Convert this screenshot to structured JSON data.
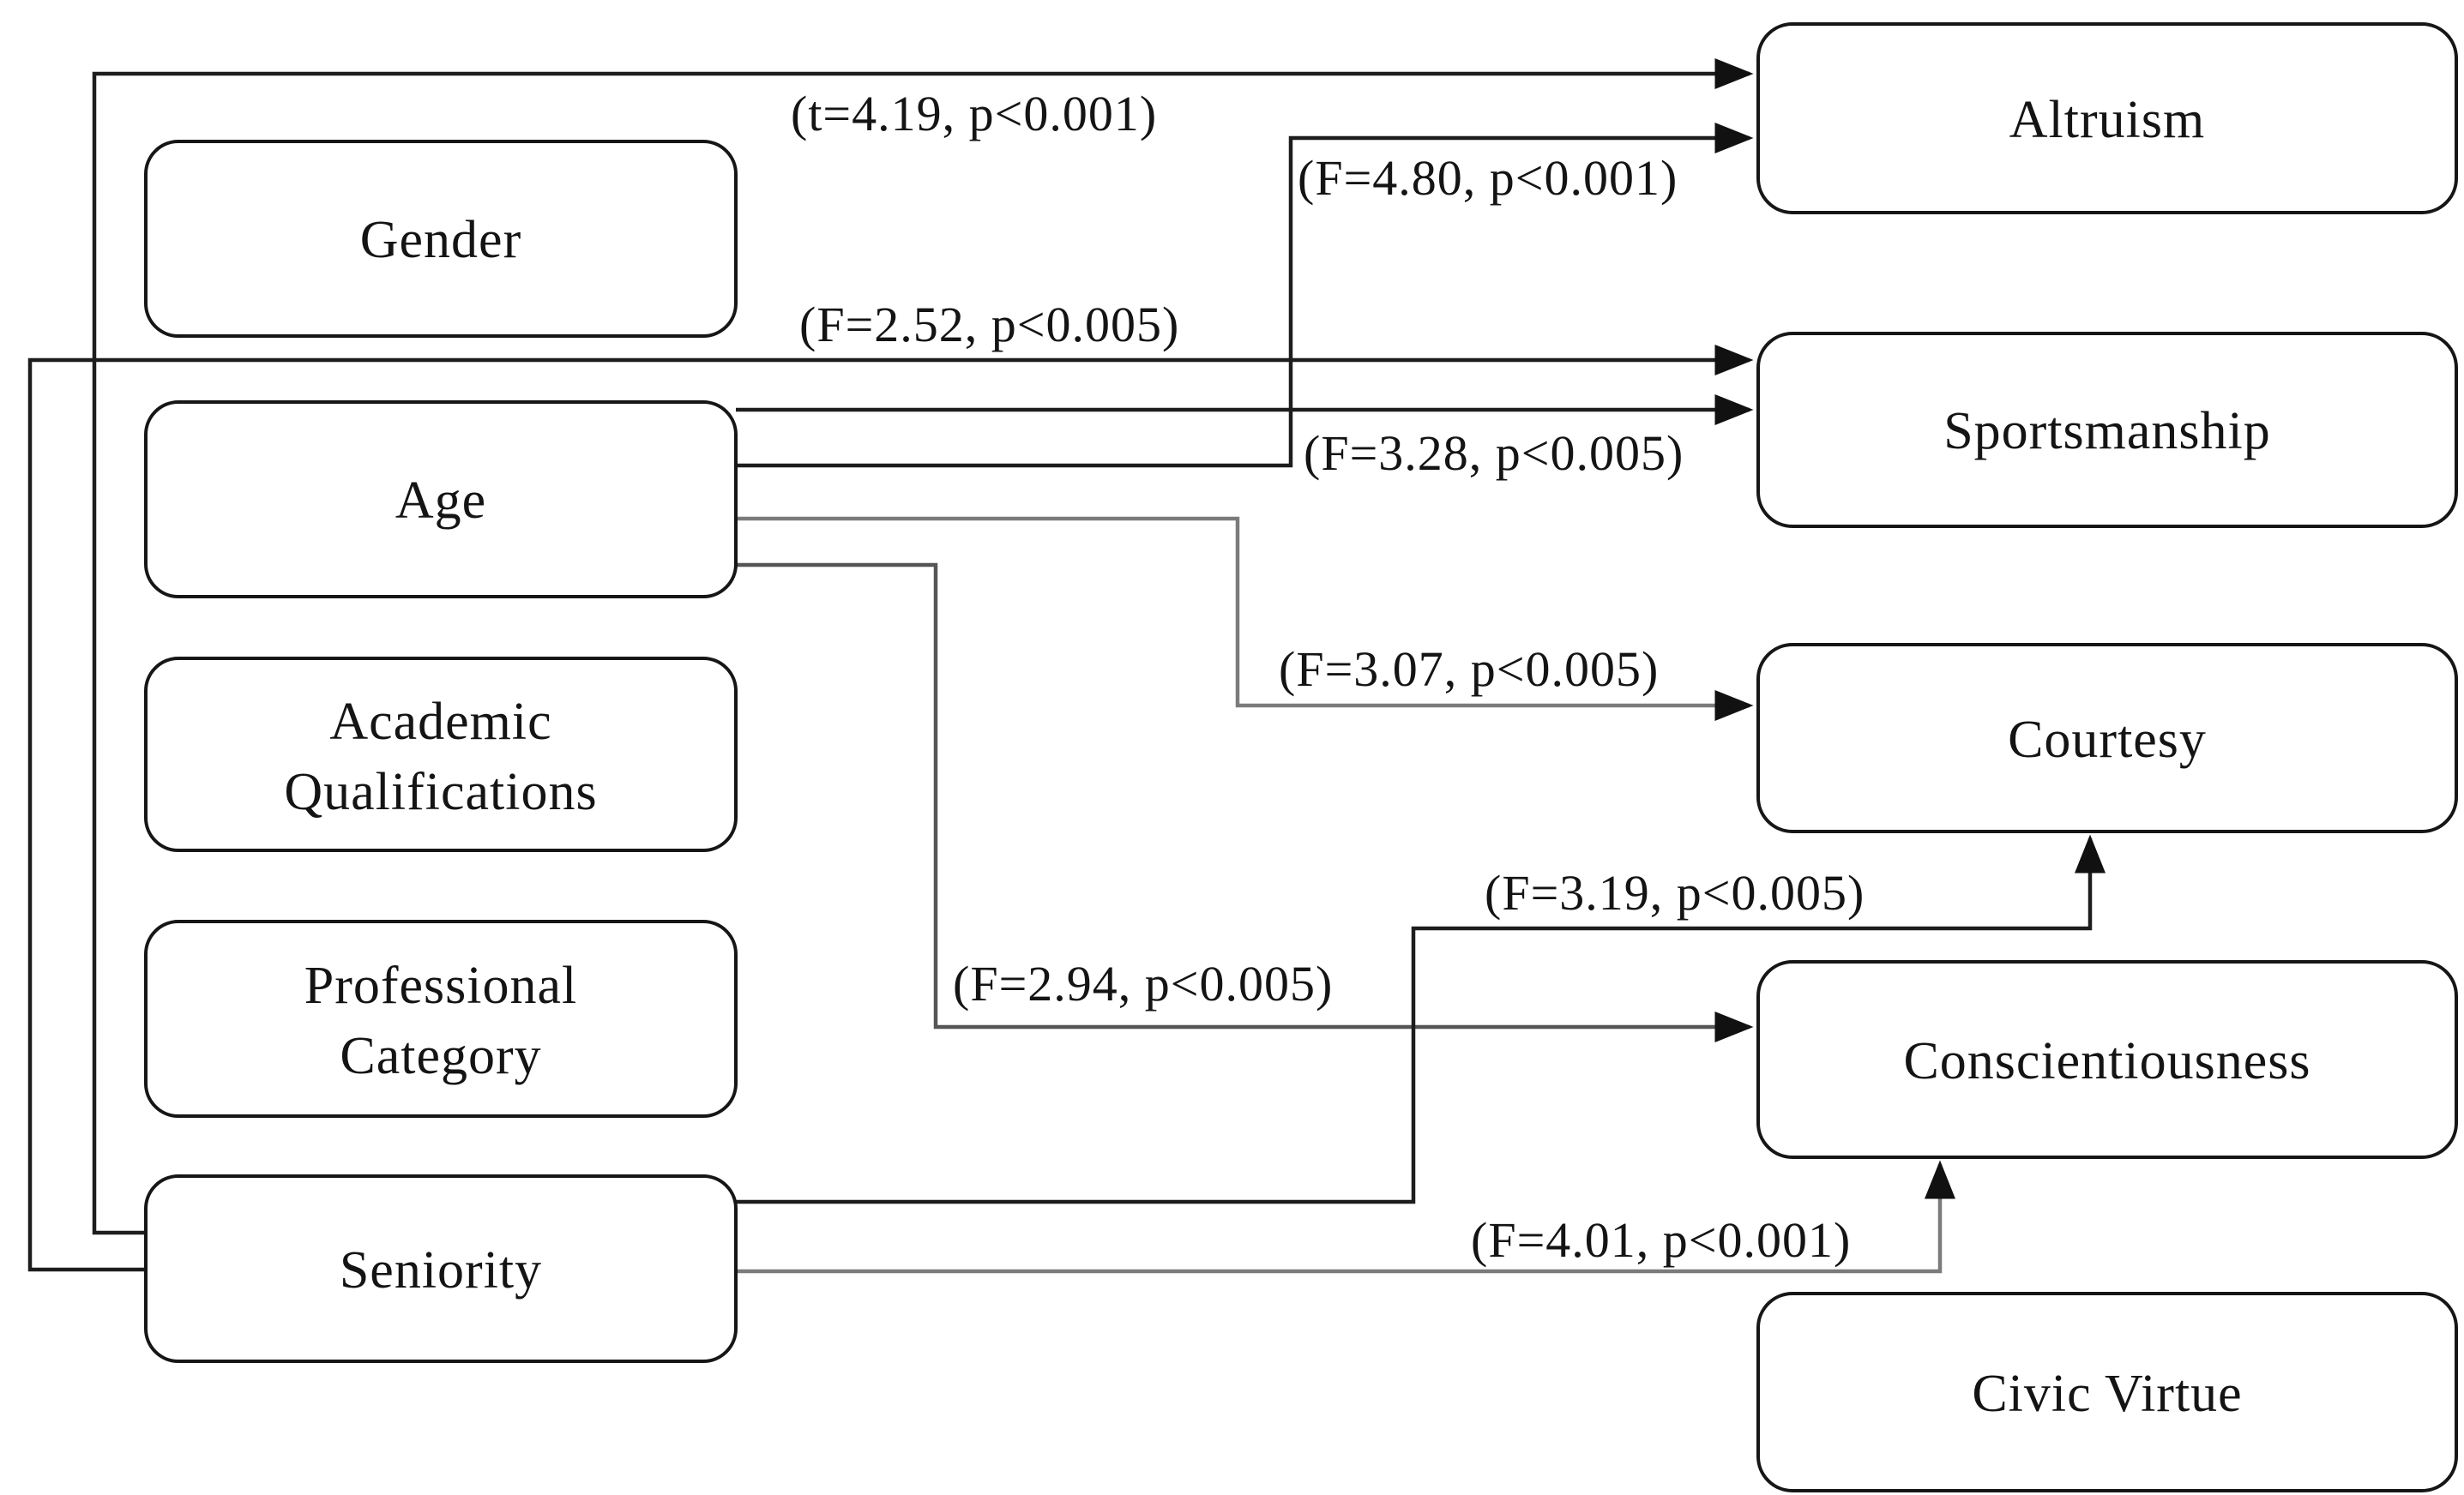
{
  "diagram": {
    "title": "Demographic variables and organizational citizenship behaviour dimensions path model",
    "background_color": "#ffffff",
    "line_color": "#1d1d1d",
    "gray_line_color": "#7b7b7b",
    "nodes": {
      "gender": {
        "label": "Gender"
      },
      "age": {
        "label": "Age"
      },
      "academic_qualifications": {
        "label": "Academic Qualifications",
        "line1": "Academic",
        "line2": "Qualifications"
      },
      "professional_category": {
        "label": "Professional Category",
        "line1": "Professional",
        "line2": "Category"
      },
      "seniority": {
        "label": "Seniority"
      },
      "altruism": {
        "label": "Altruism"
      },
      "sportsmanship": {
        "label": "Sportsmanship"
      },
      "courtesy": {
        "label": "Courtesy"
      },
      "conscientiousness": {
        "label": "Conscientiousness"
      },
      "civic_virtue": {
        "label": "Civic Virtue"
      }
    },
    "edges": [
      {
        "from": "seniority",
        "to": "altruism",
        "stat": "(t=4.19, p<0.001)"
      },
      {
        "from": "age",
        "to": "altruism",
        "stat": "(F=4.80, p<0.001)"
      },
      {
        "from": "seniority",
        "to": "sportsmanship",
        "stat": "(F=2.52, p<0.005)"
      },
      {
        "from": "age",
        "to": "sportsmanship",
        "stat": "(F=3.28, p<0.005)"
      },
      {
        "from": "age",
        "to": "courtesy",
        "stat": "(F=3.07, p<0.005)"
      },
      {
        "from": "seniority",
        "to": "courtesy",
        "stat": "(F=3.19, p<0.005)"
      },
      {
        "from": "age",
        "to": "conscientiousness",
        "stat": "(F=2.94, p<0.005)"
      },
      {
        "from": "seniority",
        "to": "conscientiousness",
        "stat": "(F=4.01, p<0.001)"
      }
    ]
  }
}
